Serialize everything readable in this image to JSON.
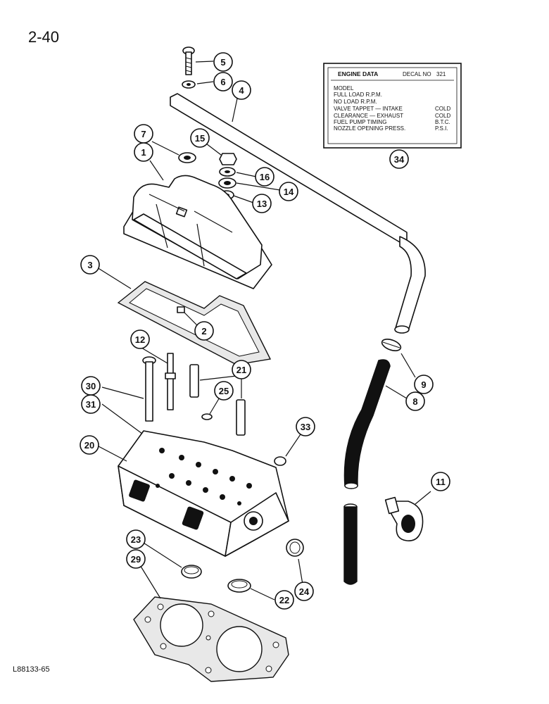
{
  "page_number": "2-40",
  "figure_code": "L88133-65",
  "decal": {
    "title": "ENGINE DATA",
    "decal_no_label": "DECAL NO",
    "decal_no": "321",
    "rows": [
      {
        "left": "MODEL",
        "right": ""
      },
      {
        "left": "FULL LOAD R.P.M.",
        "right": ""
      },
      {
        "left": "NO LOAD R.P.M.",
        "right": ""
      },
      {
        "left": "VALVE TAPPET — INTAKE",
        "right": "COLD"
      },
      {
        "left": "CLEARANCE — EXHAUST",
        "right": "COLD"
      },
      {
        "left": "FUEL PUMP TIMING",
        "right": "B.T.C."
      },
      {
        "left": "NOZZLE OPENING PRESS.",
        "right": "P.S.I."
      }
    ]
  },
  "callouts": {
    "c1": "1",
    "c2": "2",
    "c3": "3",
    "c4": "4",
    "c5": "5",
    "c6": "6",
    "c7": "7",
    "c8": "8",
    "c9": "9",
    "c11": "11",
    "c12": "12",
    "c13": "13",
    "c14": "14",
    "c15": "15",
    "c16": "16",
    "c20": "20",
    "c21": "21",
    "c22": "22",
    "c23": "23",
    "c24": "24",
    "c25": "25",
    "c29": "29",
    "c30": "30",
    "c31": "31",
    "c33": "33",
    "c34": "34"
  }
}
